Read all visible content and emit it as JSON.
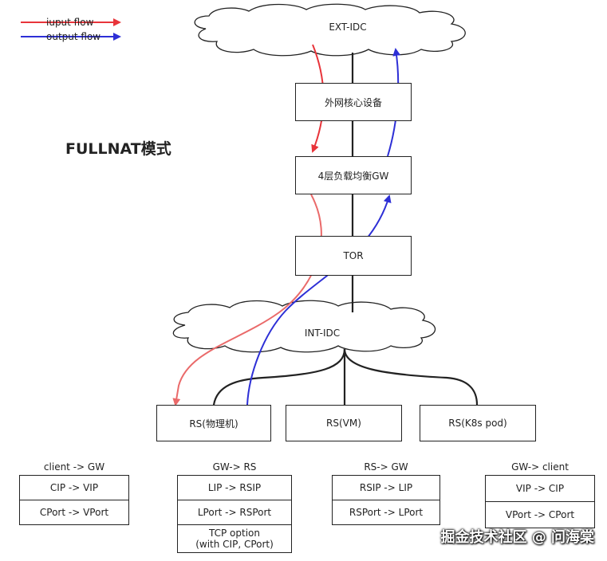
{
  "legend": {
    "input_label": "iuput flow",
    "output_label": "output flow",
    "input_color": "#e8343a",
    "output_color": "#2d2fd6"
  },
  "title": "FULLNAT模式",
  "clouds": {
    "ext": "EXT-IDC",
    "int": "INT-IDC"
  },
  "nodes": {
    "core": "外网核心设备",
    "gw": "4层负载均衡GW",
    "tor": "TOR",
    "rs_physical": "RS(物理机)",
    "rs_vm": "RS(VM)",
    "rs_k8s": "RS(K8s pod)"
  },
  "tables": [
    {
      "header": "client -> GW",
      "rows": [
        "CIP -> VIP",
        "CPort -> VPort"
      ]
    },
    {
      "header": "GW-> RS",
      "rows": [
        "LIP -> RSIP",
        "LPort -> RSPort",
        "TCP option\n(with CIP, CPort)"
      ]
    },
    {
      "header": "RS-> GW",
      "rows": [
        "RSIP -> LIP",
        "RSPort -> LPort"
      ]
    },
    {
      "header": "GW-> client",
      "rows": [
        "VIP -> CIP",
        "VPort -> CPort"
      ]
    }
  ],
  "watermark": "掘金技术社区 @ 问海棠"
}
